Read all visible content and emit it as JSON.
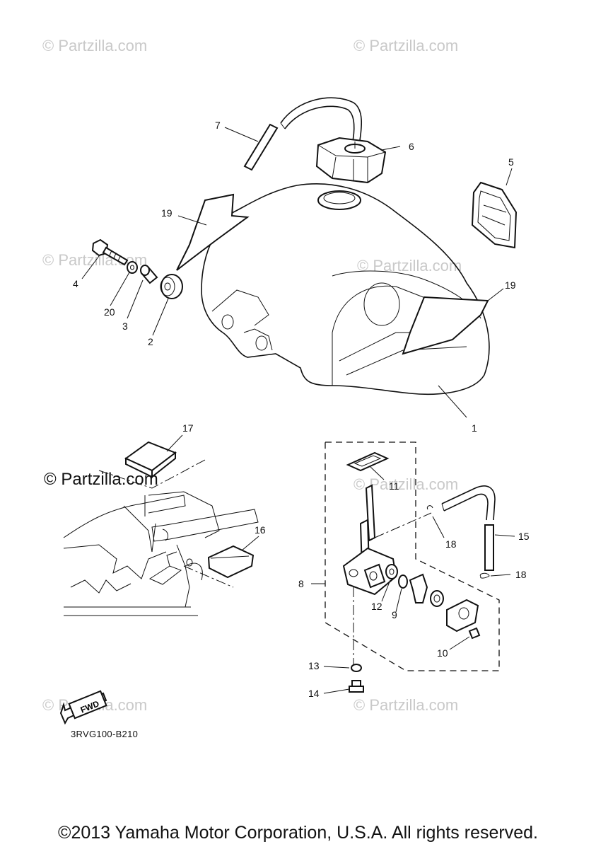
{
  "watermarks": {
    "small": "© Partzilla.com",
    "large": "© Partzilla.com"
  },
  "callouts": {
    "c1": "1",
    "c2": "2",
    "c3": "3",
    "c4": "4",
    "c5": "5",
    "c6": "6",
    "c7": "7",
    "c8": "8",
    "c9": "9",
    "c10": "10",
    "c11": "11",
    "c12": "12",
    "c13": "13",
    "c14": "14",
    "c15": "15",
    "c16": "16",
    "c17": "17",
    "c18a": "18",
    "c18b": "18",
    "c19a": "19",
    "c19b": "19",
    "c20": "20"
  },
  "fwd_label": "FWD",
  "diagram_code": "3RVG100-B210",
  "copyright": "©2013 Yamaha Motor Corporation, U.S.A. All rights reserved."
}
